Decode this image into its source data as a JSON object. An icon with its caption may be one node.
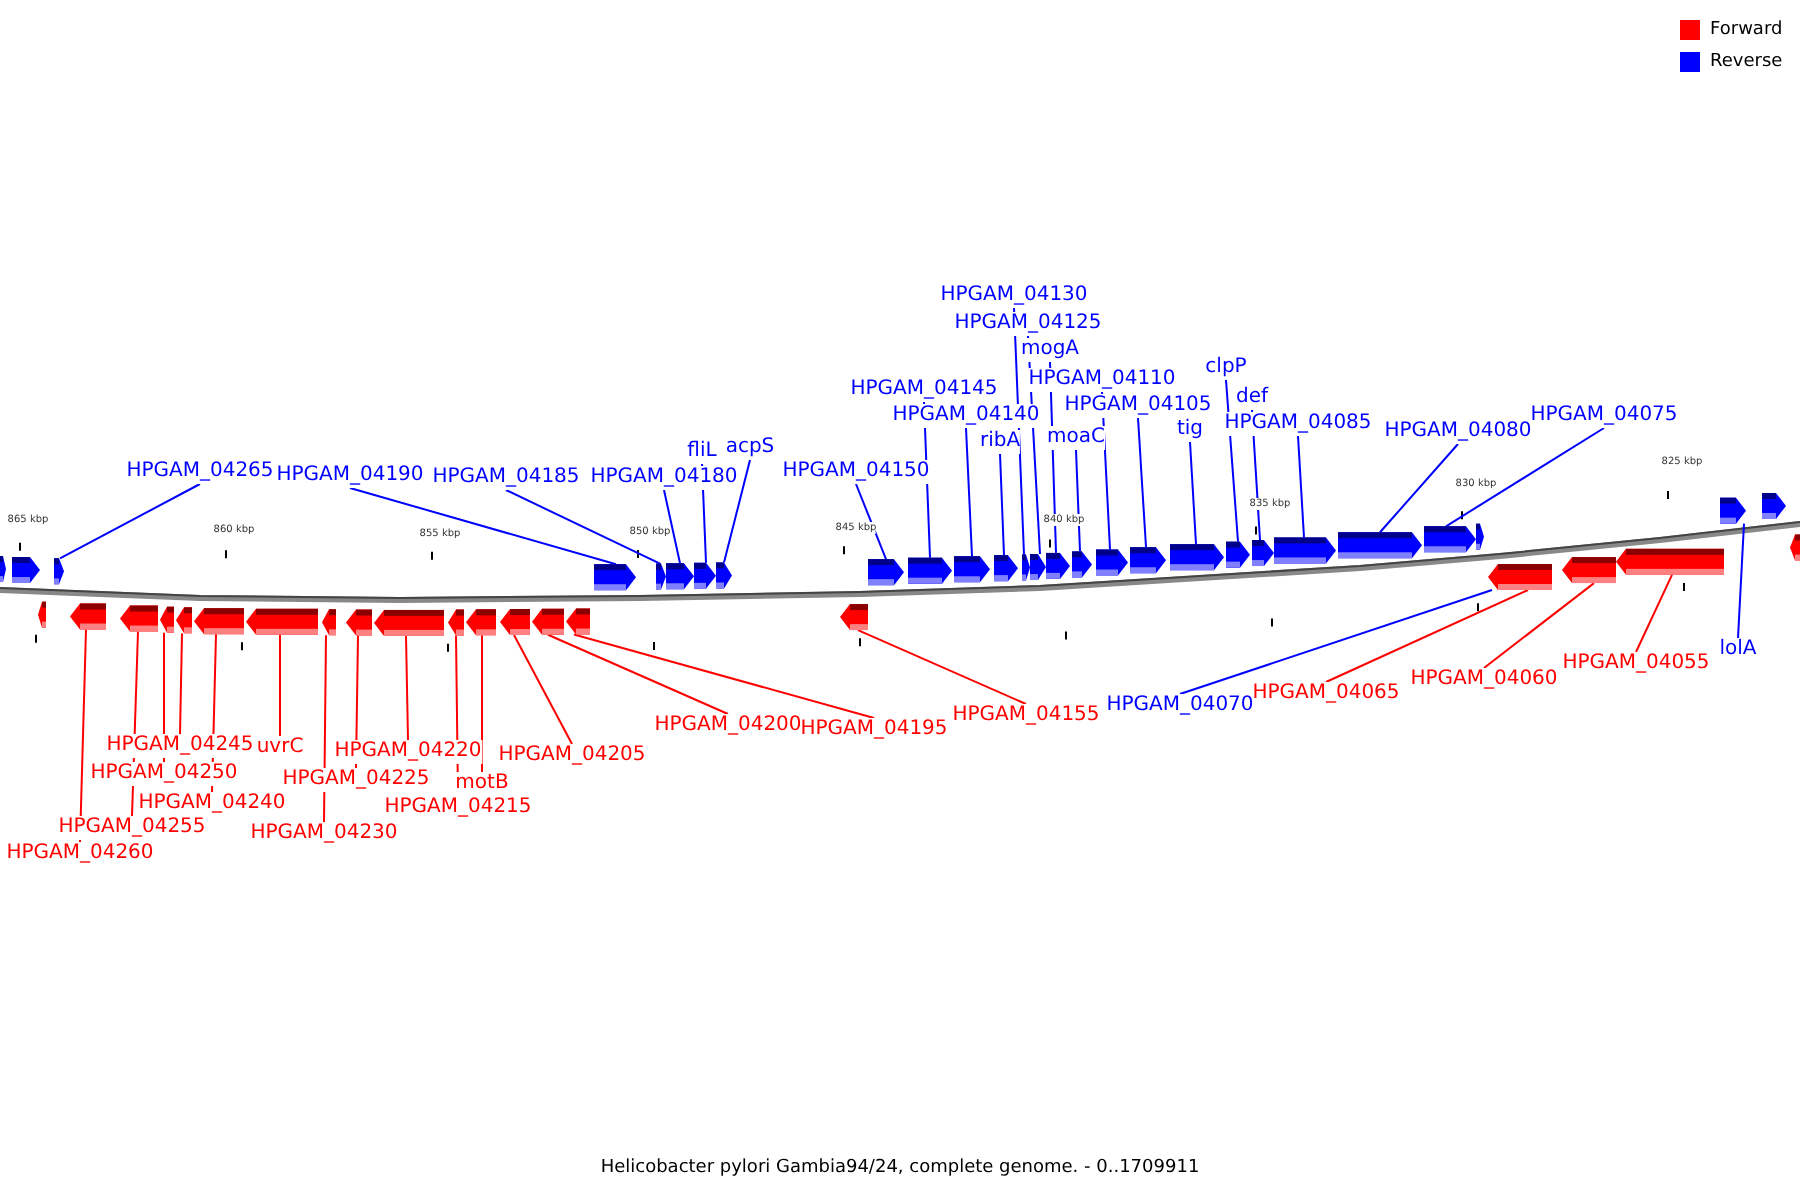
{
  "diagram": {
    "caption": "Helicobacter pylori Gambia94/24, complete genome. - 0..1709911",
    "nodes": [
      {
        "text": [
          "HPGAM_04265"
        ]
      },
      {
        "text": [
          "HPGAM_04190"
        ]
      },
      {
        "text": [
          "HPGAM_04185"
        ]
      },
      {
        "text": [
          "HPGAM_04180"
        ]
      },
      {
        "text": [
          "fliL"
        ]
      },
      {
        "text": [
          "acpS"
        ]
      },
      {
        "text": [
          "HPGAM_04150"
        ]
      },
      {
        "text": [
          "HPGAM_04145"
        ]
      },
      {
        "text": [
          "HPGAM_04140"
        ]
      },
      {
        "text": [
          "ribA"
        ]
      },
      {
        "text": [
          "HPGAM_04130"
        ]
      },
      {
        "text": [
          "HPGAM_04125"
        ]
      },
      {
        "text": [
          "mogA"
        ]
      },
      {
        "text": [
          "moaC"
        ]
      },
      {
        "text": [
          "HPGAM_04110"
        ]
      },
      {
        "text": [
          "HPGAM_04105"
        ]
      },
      {
        "text": [
          "tig"
        ]
      },
      {
        "text": [
          "clpP"
        ]
      },
      {
        "text": [
          "def"
        ]
      },
      {
        "text": [
          "HPGAM_04085"
        ]
      },
      {
        "text": [
          "HPGAM_04080"
        ]
      },
      {
        "text": [
          "HPGAM_04075"
        ]
      },
      {
        "text": [
          "HPGAM_04260"
        ]
      },
      {
        "text": [
          "HPGAM_04255"
        ]
      },
      {
        "text": [
          "HPGAM_04250"
        ]
      },
      {
        "text": [
          "HPGAM_04245"
        ]
      },
      {
        "text": [
          "HPGAM_04240"
        ]
      },
      {
        "text": [
          "uvrC"
        ]
      },
      {
        "text": [
          "HPGAM_04230"
        ]
      },
      {
        "text": [
          "HPGAM_04225"
        ]
      },
      {
        "text": [
          "HPGAM_04220"
        ]
      },
      {
        "text": [
          "HPGAM_04215"
        ]
      },
      {
        "text": [
          "motB"
        ]
      },
      {
        "text": [
          "HPGAM_04205"
        ]
      },
      {
        "text": [
          "HPGAM_04200"
        ]
      },
      {
        "text": [
          "HPGAM_04195"
        ]
      },
      {
        "text": [
          "HPGAM_04155"
        ]
      },
      {
        "text": [
          "HPGAM_04070"
        ]
      },
      {
        "text": [
          "HPGAM_04065"
        ]
      },
      {
        "text": [
          "HPGAM_04060"
        ]
      },
      {
        "text": [
          "HPGAM_04055"
        ]
      },
      {
        "text": [
          "lolA"
        ]
      },
      {
        "text": [],
        "shape": "arrow"
      },
      {
        "text": [],
        "shape": "arrow"
      },
      {
        "text": [],
        "shape": "arrow"
      },
      {
        "text": [],
        "shape": "arrow"
      },
      {
        "text": [],
        "shape": "arrow"
      },
      {
        "text": [],
        "shape": "arrow"
      },
      {
        "text": [],
        "shape": "arrow"
      },
      {
        "text": [],
        "shape": "arrow"
      },
      {
        "text": [],
        "shape": "arrow"
      },
      {
        "text": [],
        "shape": "arrow"
      },
      {
        "text": [],
        "shape": "arrow"
      },
      {
        "text": [],
        "shape": "arrow"
      },
      {
        "text": [],
        "shape": "arrow"
      },
      {
        "text": [],
        "shape": "arrow"
      },
      {
        "text": [],
        "shape": "arrow"
      },
      {
        "text": [],
        "shape": "arrow"
      },
      {
        "text": [],
        "shape": "arrow"
      },
      {
        "text": [],
        "shape": "arrow"
      },
      {
        "text": [],
        "shape": "arrow"
      },
      {
        "text": [],
        "shape": "arrow"
      },
      {
        "text": [],
        "shape": "arrow"
      },
      {
        "text": [],
        "shape": "arrow"
      },
      {
        "text": [],
        "shape": "arrow"
      },
      {
        "text": [],
        "shape": "arrow"
      },
      {
        "text": [],
        "shape": "arrow"
      },
      {
        "text": [],
        "shape": "arrow"
      },
      {
        "text": [],
        "shape": "arrow"
      },
      {
        "text": [],
        "shape": "arrow"
      },
      {
        "text": [],
        "shape": "arrow"
      },
      {
        "text": [],
        "shape": "arrow"
      },
      {
        "text": [],
        "shape": "arrow"
      },
      {
        "text": [],
        "shape": "arrow"
      },
      {
        "text": [],
        "shape": "arrow"
      },
      {
        "text": [],
        "shape": "arrow"
      },
      {
        "text": [],
        "shape": "arrow"
      },
      {
        "text": [],
        "shape": "arrow"
      },
      {
        "text": [],
        "shape": "arrow"
      },
      {
        "text": [],
        "shape": "arrow"
      },
      {
        "text": [],
        "shape": "arrow"
      },
      {
        "text": [],
        "shape": "arrow"
      },
      {
        "text": [],
        "shape": "arrow"
      },
      {
        "text": [],
        "shape": "arrow"
      },
      {
        "text": [],
        "shape": "arrow"
      },
      {
        "text": [],
        "shape": "arrow"
      },
      {
        "text": [],
        "shape": "arrow"
      },
      {
        "text": [],
        "shape": "arrow"
      },
      {
        "text": [],
        "shape": "arrow"
      }
    ],
    "edges": [
      {
        "from": 0,
        "to": 45,
        "arrow": "none"
      },
      {
        "from": 1,
        "to": 60,
        "arrow": "none"
      },
      {
        "from": 2,
        "to": 61,
        "arrow": "none"
      },
      {
        "from": 3,
        "to": 62,
        "arrow": "none"
      },
      {
        "from": 4,
        "to": 63,
        "arrow": "none"
      },
      {
        "from": 5,
        "to": 64,
        "arrow": "none"
      },
      {
        "from": 6,
        "to": 66,
        "arrow": "none"
      },
      {
        "from": 7,
        "to": 67,
        "arrow": "none"
      },
      {
        "from": 8,
        "to": 68,
        "arrow": "none"
      },
      {
        "from": 9,
        "to": 69,
        "arrow": "none"
      },
      {
        "from": 10,
        "to": 70,
        "arrow": "none"
      },
      {
        "from": 11,
        "to": 71,
        "arrow": "none"
      },
      {
        "from": 12,
        "to": 72,
        "arrow": "none"
      },
      {
        "from": 13,
        "to": 73,
        "arrow": "none"
      },
      {
        "from": 14,
        "to": 74,
        "arrow": "none"
      },
      {
        "from": 15,
        "to": 75,
        "arrow": "none"
      },
      {
        "from": 16,
        "to": 76,
        "arrow": "none"
      },
      {
        "from": 17,
        "to": 77,
        "arrow": "none"
      },
      {
        "from": 18,
        "to": 78,
        "arrow": "none"
      },
      {
        "from": 19,
        "to": 79,
        "arrow": "none"
      },
      {
        "from": 20,
        "to": 80,
        "arrow": "none"
      },
      {
        "from": 21,
        "to": 81,
        "arrow": "none"
      },
      {
        "from": 22,
        "to": 46,
        "arrow": "none",
        "color": "#ff0000"
      },
      {
        "from": 23,
        "to": 47,
        "arrow": "none",
        "color": "#ff0000"
      },
      {
        "from": 24,
        "to": 48,
        "arrow": "none",
        "color": "#ff0000"
      },
      {
        "from": 25,
        "to": 49,
        "arrow": "none",
        "color": "#ff0000"
      },
      {
        "from": 26,
        "to": 50,
        "arrow": "none",
        "color": "#ff0000"
      },
      {
        "from": 27,
        "to": 51,
        "arrow": "none",
        "color": "#ff0000"
      },
      {
        "from": 28,
        "to": 52,
        "arrow": "none",
        "color": "#ff0000"
      },
      {
        "from": 29,
        "to": 53,
        "arrow": "none",
        "color": "#ff0000"
      },
      {
        "from": 30,
        "to": 54,
        "arrow": "none",
        "color": "#ff0000"
      },
      {
        "from": 31,
        "to": 55,
        "arrow": "none",
        "color": "#ff0000"
      },
      {
        "from": 32,
        "to": 56,
        "arrow": "none",
        "color": "#ff0000"
      },
      {
        "from": 33,
        "to": 57,
        "arrow": "none",
        "color": "#ff0000"
      },
      {
        "from": 34,
        "to": 58,
        "arrow": "none",
        "color": "#ff0000"
      },
      {
        "from": 35,
        "to": 59,
        "arrow": "none",
        "color": "#ff0000"
      },
      {
        "from": 36,
        "to": 65,
        "arrow": "none",
        "color": "#ff0000"
      },
      {
        "from": 37,
        "to": 83,
        "arrow": "none"
      },
      {
        "from": 38,
        "to": 83,
        "arrow": "none",
        "color": "#ff0000"
      },
      {
        "from": 39,
        "to": 84,
        "arrow": "none",
        "color": "#ff0000"
      },
      {
        "from": 40,
        "to": 85,
        "arrow": "none",
        "color": "#ff0000"
      },
      {
        "from": 41,
        "to": 86,
        "arrow": "none"
      }
    ],
    "labels": [
      "865 kbp",
      "860 kbp",
      "855 kbp",
      "850 kbp",
      "845 kbp",
      "840 kbp",
      "835 kbp",
      "830 kbp",
      "825 kbp"
    ],
    "legend": [
      {
        "text": "Forward",
        "color": "#ff0000"
      },
      {
        "text": "Reverse",
        "color": "#0000ff"
      }
    ]
  }
}
